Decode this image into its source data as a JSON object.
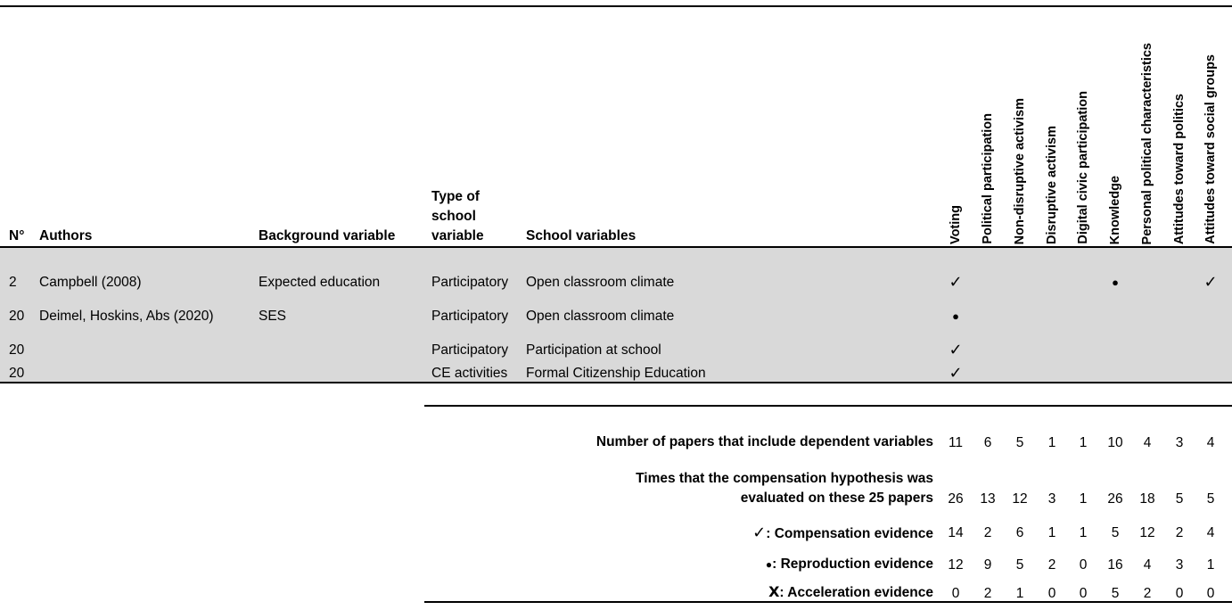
{
  "columns": {
    "n": "N°",
    "authors": "Authors",
    "background": "Background variable",
    "type_l1": "Type of",
    "type_l2": "school",
    "type_l3": "variable",
    "school_vars": "School variables"
  },
  "outcomes": [
    "Voting",
    "Political participation",
    "Non-disruptive activism",
    "Disruptive activism",
    "Digital civic participation",
    "Knowledge",
    "Personal political characteristics",
    "Attitudes toward politics",
    "Attitudes toward social groups"
  ],
  "rows": [
    {
      "n": "2",
      "authors": "Campbell (2008)",
      "background": "Expected education",
      "type": "Participatory",
      "school_var": "Open classroom climate",
      "marks": [
        "check",
        "",
        "",
        "",
        "",
        "dot",
        "",
        "",
        "check"
      ]
    },
    {
      "n": "20",
      "authors": "Deimel, Hoskins, Abs (2020)",
      "background": "SES",
      "type": "Participatory",
      "school_var": "Open classroom climate",
      "marks": [
        "dot",
        "",
        "",
        "",
        "",
        "",
        "",
        "",
        ""
      ]
    },
    {
      "n": "20",
      "authors": "",
      "background": "",
      "type": "Participatory",
      "school_var": "Participation at school",
      "marks": [
        "check",
        "",
        "",
        "",
        "",
        "",
        "",
        "",
        ""
      ]
    },
    {
      "n": "20",
      "authors": "",
      "background": "",
      "type": "CE activities",
      "school_var": "Formal Citizenship Education",
      "marks": [
        "check",
        "",
        "",
        "",
        "",
        "",
        "",
        "",
        ""
      ]
    }
  ],
  "symbols": {
    "check": "✓",
    "dot": "●",
    "cross": "Ⅹ"
  },
  "summary": {
    "papers_label": "Number of papers that include dependent variables",
    "papers": [
      "11",
      "6",
      "5",
      "1",
      "1",
      "10",
      "4",
      "3",
      "4"
    ],
    "times_label_l1": "Times that the compensation hypothesis was",
    "times_label_l2": "evaluated on these 25 papers",
    "times": [
      "26",
      "13",
      "12",
      "3",
      "1",
      "26",
      "18",
      "5",
      "5"
    ],
    "comp_label": ": Compensation evidence",
    "comp": [
      "14",
      "2",
      "6",
      "1",
      "1",
      "5",
      "12",
      "2",
      "4"
    ],
    "repr_label": ": Reproduction evidence",
    "repr": [
      "12",
      "9",
      "5",
      "2",
      "0",
      "16",
      "4",
      "3",
      "1"
    ],
    "accel_label": ": Acceleration evidence",
    "accel": [
      "0",
      "2",
      "1",
      "0",
      "0",
      "5",
      "2",
      "0",
      "0"
    ]
  }
}
